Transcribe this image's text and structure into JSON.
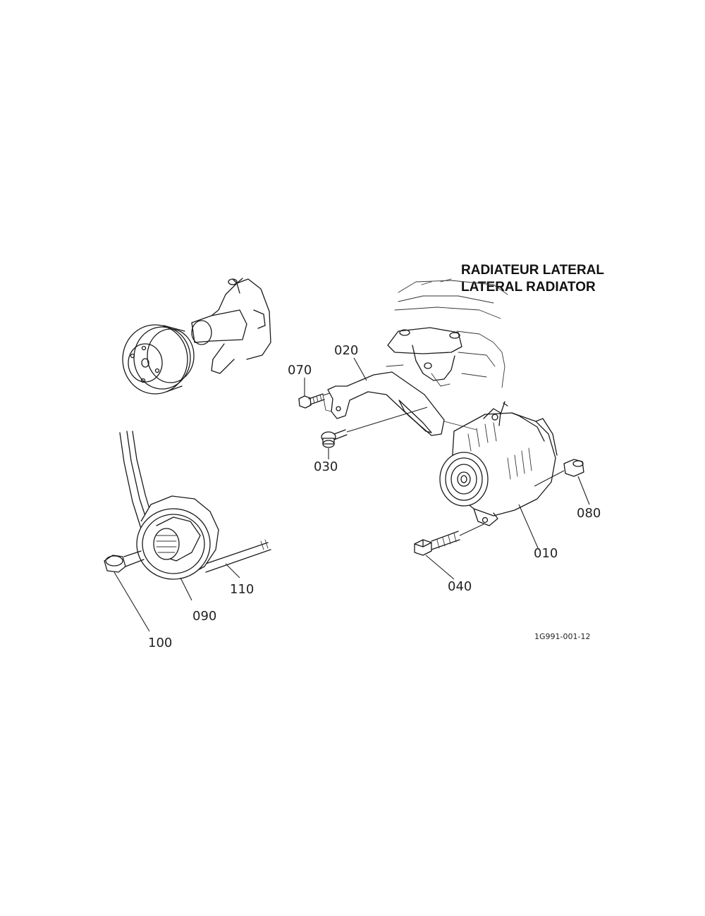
{
  "title": {
    "line1": "RADIATEUR LATERAL",
    "line2": "LATERAL RADIATOR"
  },
  "callouts": {
    "p010": "010",
    "p020": "020",
    "p030": "030",
    "p040": "040",
    "p070": "070",
    "p080": "080",
    "p090": "090",
    "p100": "100",
    "p110": "110"
  },
  "drawing_code": "1G991-001-12"
}
